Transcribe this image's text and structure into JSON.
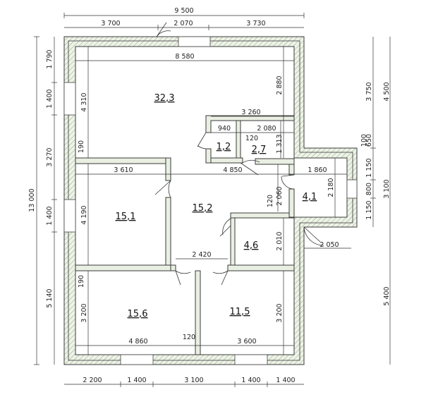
{
  "dimensions": {
    "top_total": "9 500",
    "top_left": "3 700",
    "top_mid": "2 070",
    "top_right": "3 730",
    "inner_top": "8 580",
    "left_total": "13 000",
    "left_1": "1 790",
    "left_2": "1 400",
    "left_3": "3 270",
    "left_4": "1 400",
    "left_5": "5 140",
    "inner_left_1": "4 310",
    "inner_left_2": "190",
    "inner_left_3": "4 190",
    "inner_left_4": "190",
    "inner_left_5": "3 200",
    "inner_right_1": "2 880",
    "bath_top": "3 260",
    "bath_w1": "940",
    "bath_wall": "120",
    "bath_w2": "2 080",
    "bath_h": "1 313",
    "hall_w1": "3 610",
    "hall_w2": "4 850",
    "porch_w": "1 860",
    "porch_h": "2 180",
    "wall_120a": "120",
    "hall_h": "2 060",
    "closet_h": "2 010",
    "porch_bottom": "2 050",
    "corridor_w": "2 420",
    "bed_w1": "4 860",
    "bed_wall": "120",
    "bed_w2": "3 600",
    "bed_h_right": "3 200",
    "right_1": "3 750",
    "right_2": "4 500",
    "right_3": "100",
    "right_4": "650",
    "right_5": "1 150",
    "right_6": "800",
    "right_7": "3 100",
    "right_8": "1 150",
    "right_9": "5 400",
    "bottom_1": "2 200",
    "bottom_2": "1 400",
    "bottom_3": "3 100",
    "bottom_4": "1 400",
    "bottom_5": "1 400"
  },
  "rooms": {
    "living": "32,3",
    "toilet": "1,2",
    "bath": "2,7",
    "room_left": "15,1",
    "hall": "15,2",
    "porch": "4,1",
    "closet": "4,6",
    "bed_left": "15,6",
    "bed_right": "11,5"
  }
}
